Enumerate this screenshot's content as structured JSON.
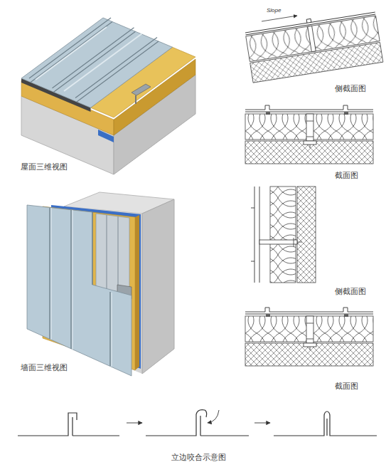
{
  "diagram": {
    "labels": [
      "屋面三维视图",
      "Slope",
      "侧截面图",
      "截面图",
      "墙面三维视图",
      "侧截面图",
      "截面图",
      "立边咬合示意图"
    ]
  }
}
